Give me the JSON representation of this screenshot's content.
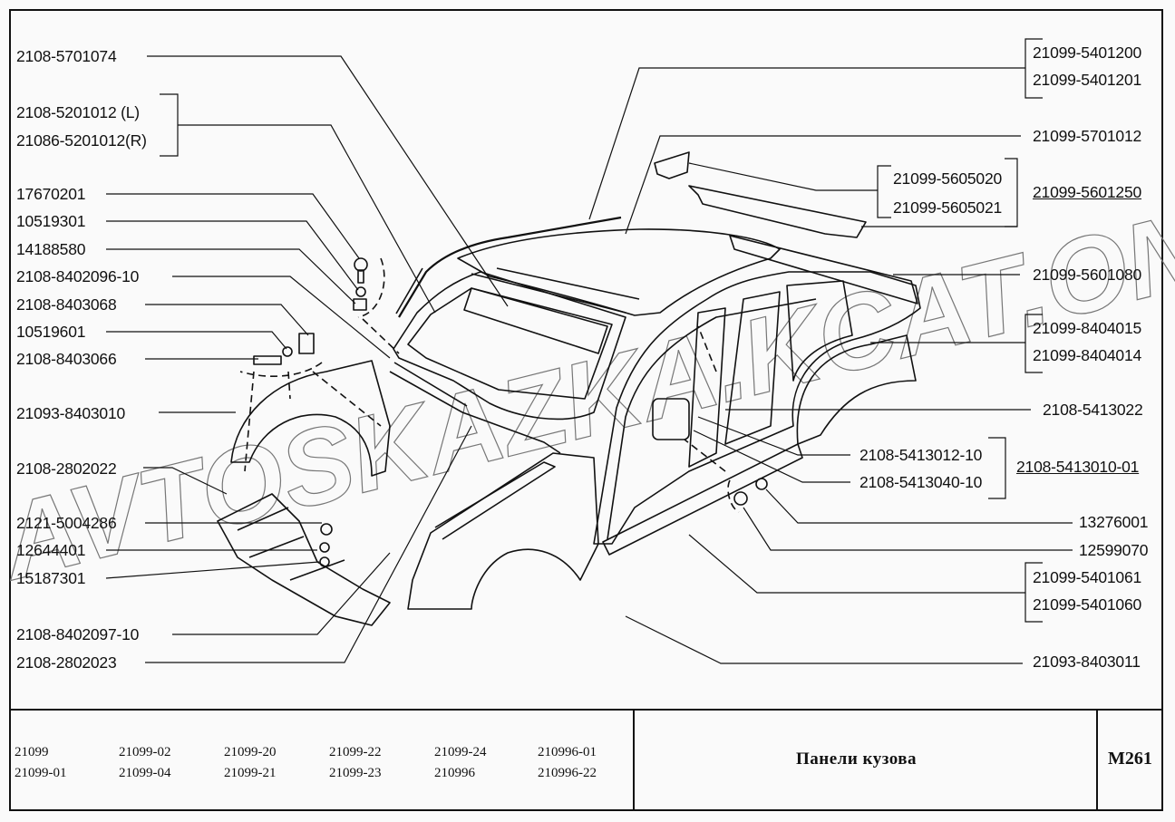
{
  "sheet": {
    "title": "Панели кузова",
    "code": "M261",
    "watermark": "AVTOSKAZKA.KCAT.ONLINE"
  },
  "callouts_left": [
    {
      "id": "l1",
      "part": "2108-5701074"
    },
    {
      "id": "l2a",
      "part": "2108-5201012  (L)"
    },
    {
      "id": "l2b",
      "part": "21086-5201012(R)"
    },
    {
      "id": "l3",
      "part": "17670201"
    },
    {
      "id": "l4",
      "part": "10519301"
    },
    {
      "id": "l5",
      "part": "14188580"
    },
    {
      "id": "l6",
      "part": "2108-8402096-10"
    },
    {
      "id": "l7",
      "part": "2108-8403068"
    },
    {
      "id": "l8",
      "part": "10519601"
    },
    {
      "id": "l9",
      "part": "2108-8403066"
    },
    {
      "id": "l10",
      "part": "21093-8403010"
    },
    {
      "id": "l11",
      "part": "2108-2802022"
    },
    {
      "id": "l12",
      "part": "2121-5004286"
    },
    {
      "id": "l13",
      "part": "12644401"
    },
    {
      "id": "l14",
      "part": "15187301"
    },
    {
      "id": "l15",
      "part": "2108-8402097-10"
    },
    {
      "id": "l16",
      "part": "2108-2802023"
    }
  ],
  "callouts_right": [
    {
      "id": "r1a",
      "part": "21099-5401200"
    },
    {
      "id": "r1b",
      "part": "21099-5401201"
    },
    {
      "id": "r2",
      "part": "21099-5701012"
    },
    {
      "id": "r3a",
      "part": "21099-5605020"
    },
    {
      "id": "r3b",
      "part": "21099-5605021"
    },
    {
      "id": "r3asm",
      "part": "21099-5601250",
      "assembly": true
    },
    {
      "id": "r4",
      "part": "21099-5601080"
    },
    {
      "id": "r5a",
      "part": "21099-8404015"
    },
    {
      "id": "r5b",
      "part": "21099-8404014"
    },
    {
      "id": "r6",
      "part": "2108-5413022"
    },
    {
      "id": "r7a",
      "part": "2108-5413012-10"
    },
    {
      "id": "r7b",
      "part": "2108-5413040-10"
    },
    {
      "id": "r7asm",
      "part": "2108-5413010-01",
      "assembly": true
    },
    {
      "id": "r8",
      "part": "13276001"
    },
    {
      "id": "r9",
      "part": "12599070"
    },
    {
      "id": "r10a",
      "part": "21099-5401061"
    },
    {
      "id": "r10b",
      "part": "21099-5401060"
    },
    {
      "id": "r11",
      "part": "21093-8403011"
    }
  ],
  "models": [
    [
      "21099",
      "21099-01"
    ],
    [
      "21099-02",
      "21099-04"
    ],
    [
      "21099-20",
      "21099-21"
    ],
    [
      "21099-22",
      "21099-23"
    ],
    [
      "21099-24",
      "210996"
    ],
    [
      "210996-01",
      "210996-22"
    ]
  ]
}
